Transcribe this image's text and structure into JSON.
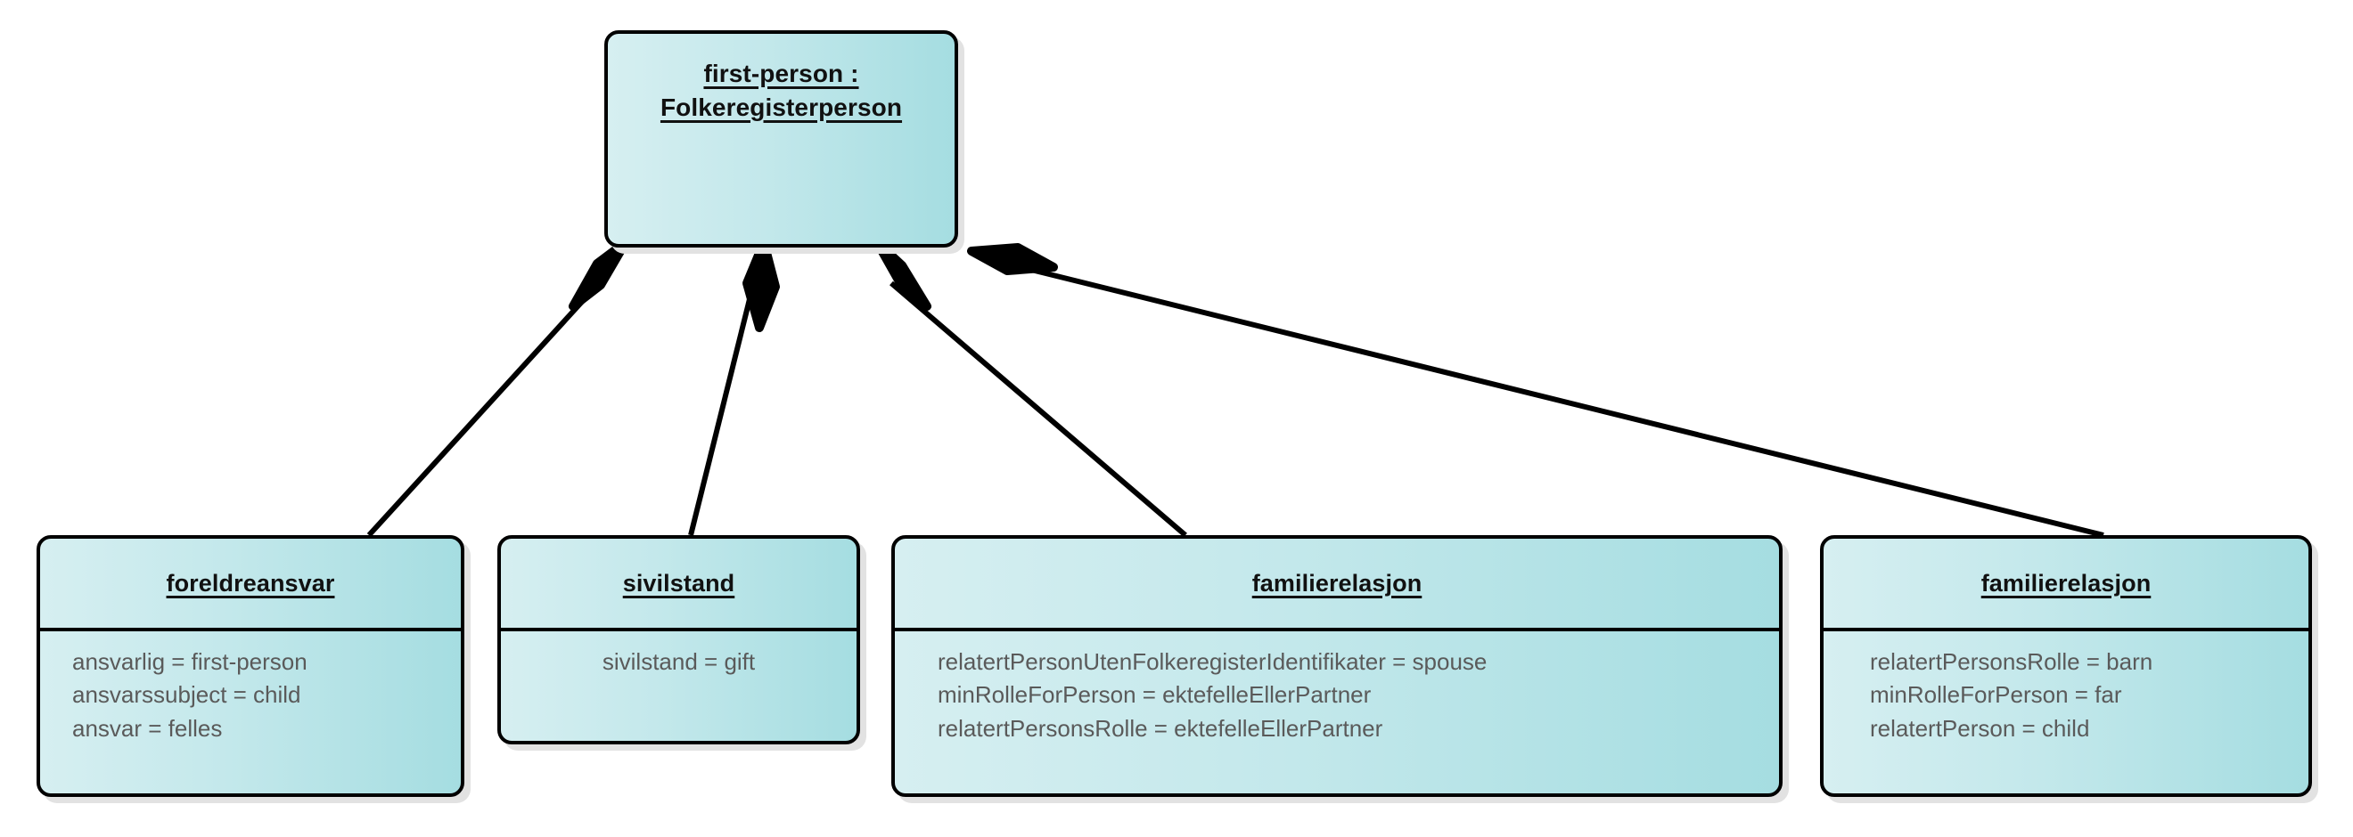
{
  "diagram": {
    "type": "uml-object-diagram",
    "notation": "composition",
    "background_color": "#ffffff",
    "node_fill_gradient": [
      "#d6eff1",
      "#a5dde1"
    ],
    "node_border_color": "#000000",
    "node_shadow_color": "#e2e2e2",
    "attribute_text_color": "#5a5a5a",
    "title_text_color": "#111111"
  },
  "nodes": {
    "root": {
      "id": "first-person",
      "title_line_1": "first-person :",
      "title_line_2": "Folkeregisterperson",
      "attributes": []
    },
    "foreldreansvar": {
      "title": "foreldreansvar",
      "attributes": [
        "ansvarlig = first-person",
        "ansvarssubject = child",
        "ansvar = felles"
      ]
    },
    "sivilstand": {
      "title": "sivilstand",
      "attributes": [
        "sivilstand = gift"
      ]
    },
    "familierelasjon_spouse": {
      "title": "familierelasjon",
      "attributes": [
        "relatertPersonUtenFolkeregisterIdentifikater = spouse",
        "minRolleForPerson = ektefelleEllerPartner",
        "relatertPersonsRolle = ektefelleEllerPartner"
      ]
    },
    "familierelasjon_child": {
      "title": "familierelasjon",
      "attributes": [
        "relatertPersonsRolle = barn",
        "minRolleForPerson = far",
        "relatertPerson = child"
      ]
    }
  },
  "edges": [
    {
      "name": "composition-root-to-foreldreansvar",
      "from": "first-person",
      "to": "foreldreansvar",
      "marker": "filled-diamond"
    },
    {
      "name": "composition-root-to-sivilstand",
      "from": "first-person",
      "to": "sivilstand",
      "marker": "filled-diamond"
    },
    {
      "name": "composition-root-to-familierelasjon-spouse",
      "from": "first-person",
      "to": "familierelasjon_spouse",
      "marker": "filled-diamond"
    },
    {
      "name": "composition-root-to-familierelasjon-child",
      "from": "first-person",
      "to": "familierelasjon_child",
      "marker": "filled-diamond"
    }
  ]
}
